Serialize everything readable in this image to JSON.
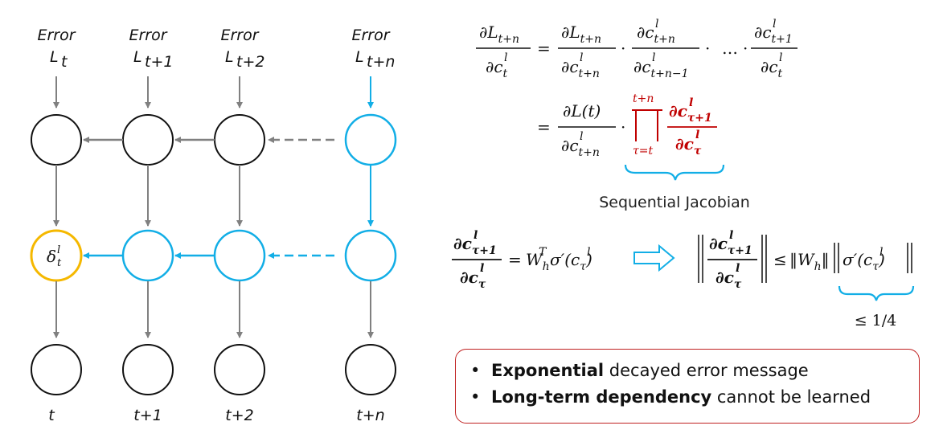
{
  "diagram": {
    "error_word": "Error",
    "error_subscripts": [
      "t",
      "t+1",
      "t+2",
      "t+n"
    ],
    "time_labels": [
      "t",
      "t+1",
      "t+2",
      "t+n"
    ],
    "delta_symbol": "δ",
    "delta_super": "l",
    "delta_sub": "t"
  },
  "equations": {
    "sequential_jacobian_label": "Sequential Jacobian",
    "bound_label": "≤ 1/4",
    "ellipsis": "…",
    "cdot": "·",
    "eq": "=",
    "leq": "≤"
  },
  "notes": {
    "items": [
      {
        "bold": "Exponential",
        "rest": " decayed error message"
      },
      {
        "bold": "Long-term dependency",
        "rest": " cannot be learned"
      }
    ]
  },
  "colors": {
    "blue": "#12aee6",
    "gray": "#808080",
    "yellow": "#f5b800",
    "red": "#c00000"
  },
  "icons": {
    "implies_arrow": "hollow-right-arrow-icon"
  }
}
